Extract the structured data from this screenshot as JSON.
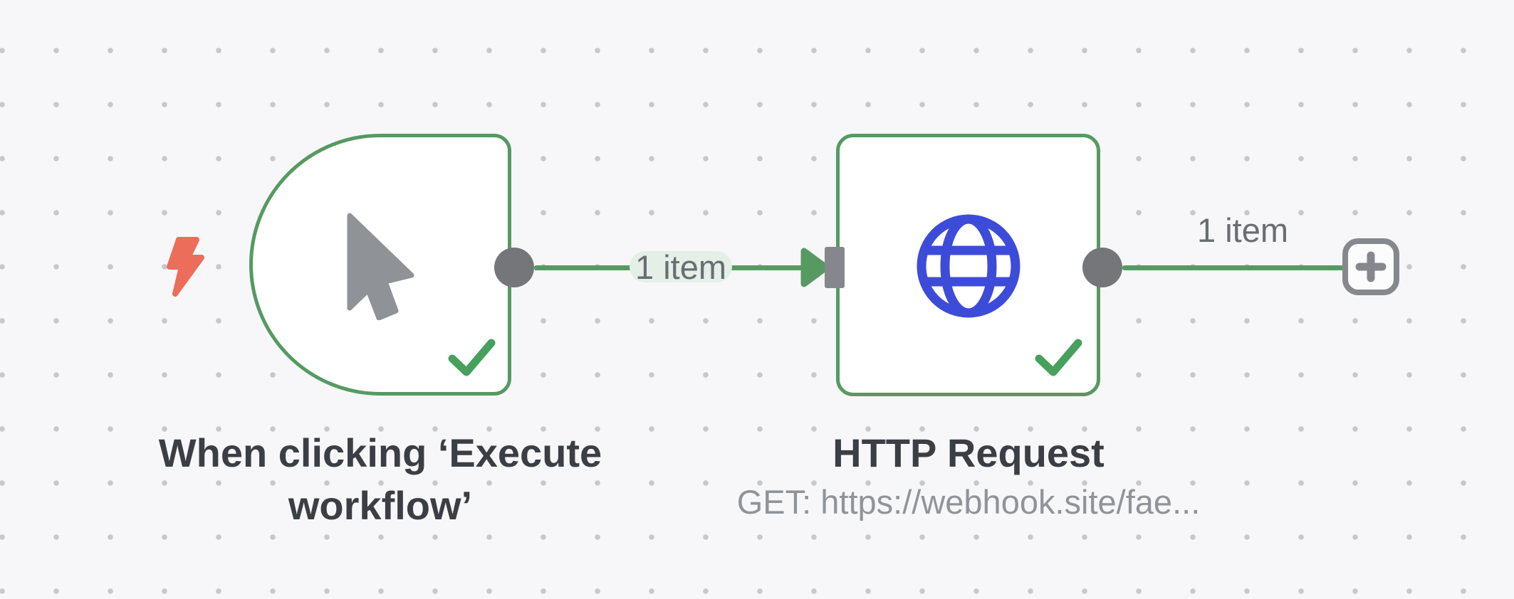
{
  "app": "workflow-canvas",
  "workflow": {
    "nodes": [
      {
        "id": "manual-trigger",
        "title": "When clicking ‘Execute workflow’",
        "type": "manual-trigger",
        "icon": "cursor-pointer-icon",
        "badge": "lightning-bolt-icon",
        "status": "success"
      },
      {
        "id": "http-request",
        "title": "HTTP Request",
        "subtitle": "GET: https://webhook.site/fae...",
        "type": "http-request",
        "icon": "globe-icon",
        "status": "success"
      }
    ],
    "connections": [
      {
        "from": "manual-trigger",
        "to": "http-request",
        "label": "1 item"
      },
      {
        "from": "http-request",
        "to": "add-node-button",
        "label": "1 item"
      }
    ],
    "add_button": {
      "icon": "plus-icon"
    }
  },
  "colors": {
    "canvas_background": "#f7f7f9",
    "grid_dot": "#c7c8cb",
    "success_green": "#569a62",
    "node_background": "#ffffff",
    "endpoint_gray": "#747679",
    "trigger_bolt_red": "#ec6d5a",
    "cursor_gray": "#8f9297",
    "globe_blue": "#3d4cd8",
    "title_text": "#3b3e44",
    "subtitle_text": "#909399",
    "label_text": "#6a6d72",
    "label_pill_background": "#e3efe7",
    "add_button_gray": "#86888d"
  }
}
